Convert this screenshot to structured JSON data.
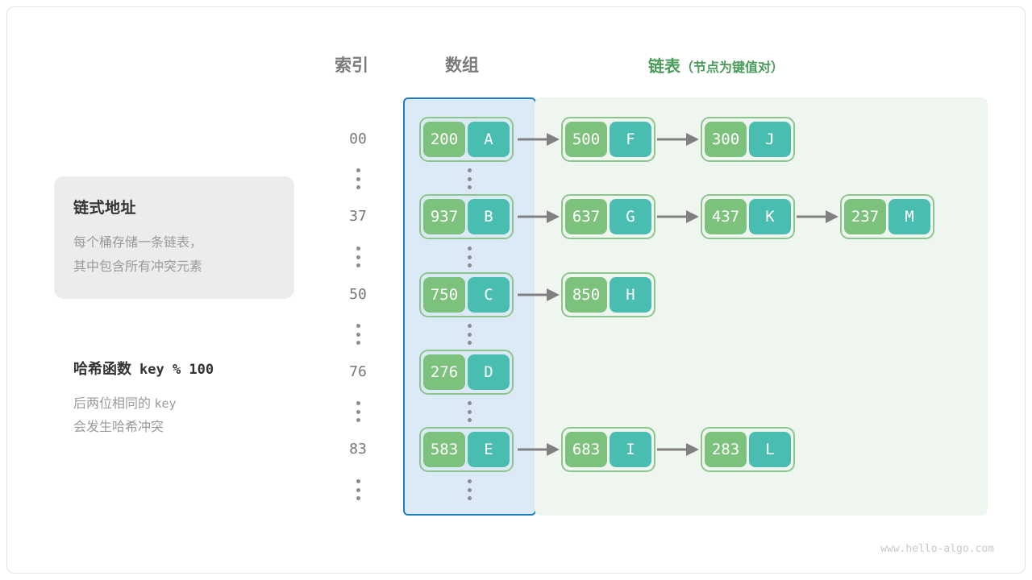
{
  "headers": {
    "index": "索引",
    "array": "数组",
    "list_main": "链表",
    "list_sub": "（节点为键值对）"
  },
  "card": {
    "title": "链式地址",
    "line1": "每个桶存储一条链表，",
    "line2": "其中包含所有冲突元素"
  },
  "hash": {
    "title_label": "哈希函数",
    "title_expr": "key % 100",
    "line1a": "后两位相同的",
    "line1b": "key",
    "line2": "会发生哈希冲突"
  },
  "colors": {
    "key_cell": "#7cc27c",
    "val_cell": "#49bdb0",
    "node_border": "#8cc68c",
    "array_region_bg": "#dceaf7",
    "array_region_border": "#1f7fc4",
    "list_region_bg": "#eff6ef",
    "arrow": "#808080",
    "accent_green_text": "#4a9c5a",
    "muted_text": "#9a9a9a"
  },
  "ellipsis_icon": "vertical-ellipsis",
  "arrow_icon": "right-arrow",
  "rows": [
    {
      "index": "00",
      "bucket": {
        "key": "200",
        "value": "A"
      },
      "chain": [
        {
          "key": "500",
          "value": "F"
        },
        {
          "key": "300",
          "value": "J"
        }
      ]
    },
    {
      "index": "37",
      "bucket": {
        "key": "937",
        "value": "B"
      },
      "chain": [
        {
          "key": "637",
          "value": "G"
        },
        {
          "key": "437",
          "value": "K"
        },
        {
          "key": "237",
          "value": "M"
        }
      ]
    },
    {
      "index": "50",
      "bucket": {
        "key": "750",
        "value": "C"
      },
      "chain": [
        {
          "key": "850",
          "value": "H"
        }
      ]
    },
    {
      "index": "76",
      "bucket": {
        "key": "276",
        "value": "D"
      },
      "chain": []
    },
    {
      "index": "83",
      "bucket": {
        "key": "583",
        "value": "E"
      },
      "chain": [
        {
          "key": "683",
          "value": "I"
        },
        {
          "key": "283",
          "value": "L"
        }
      ]
    }
  ],
  "footer": "www.hello-algo.com"
}
